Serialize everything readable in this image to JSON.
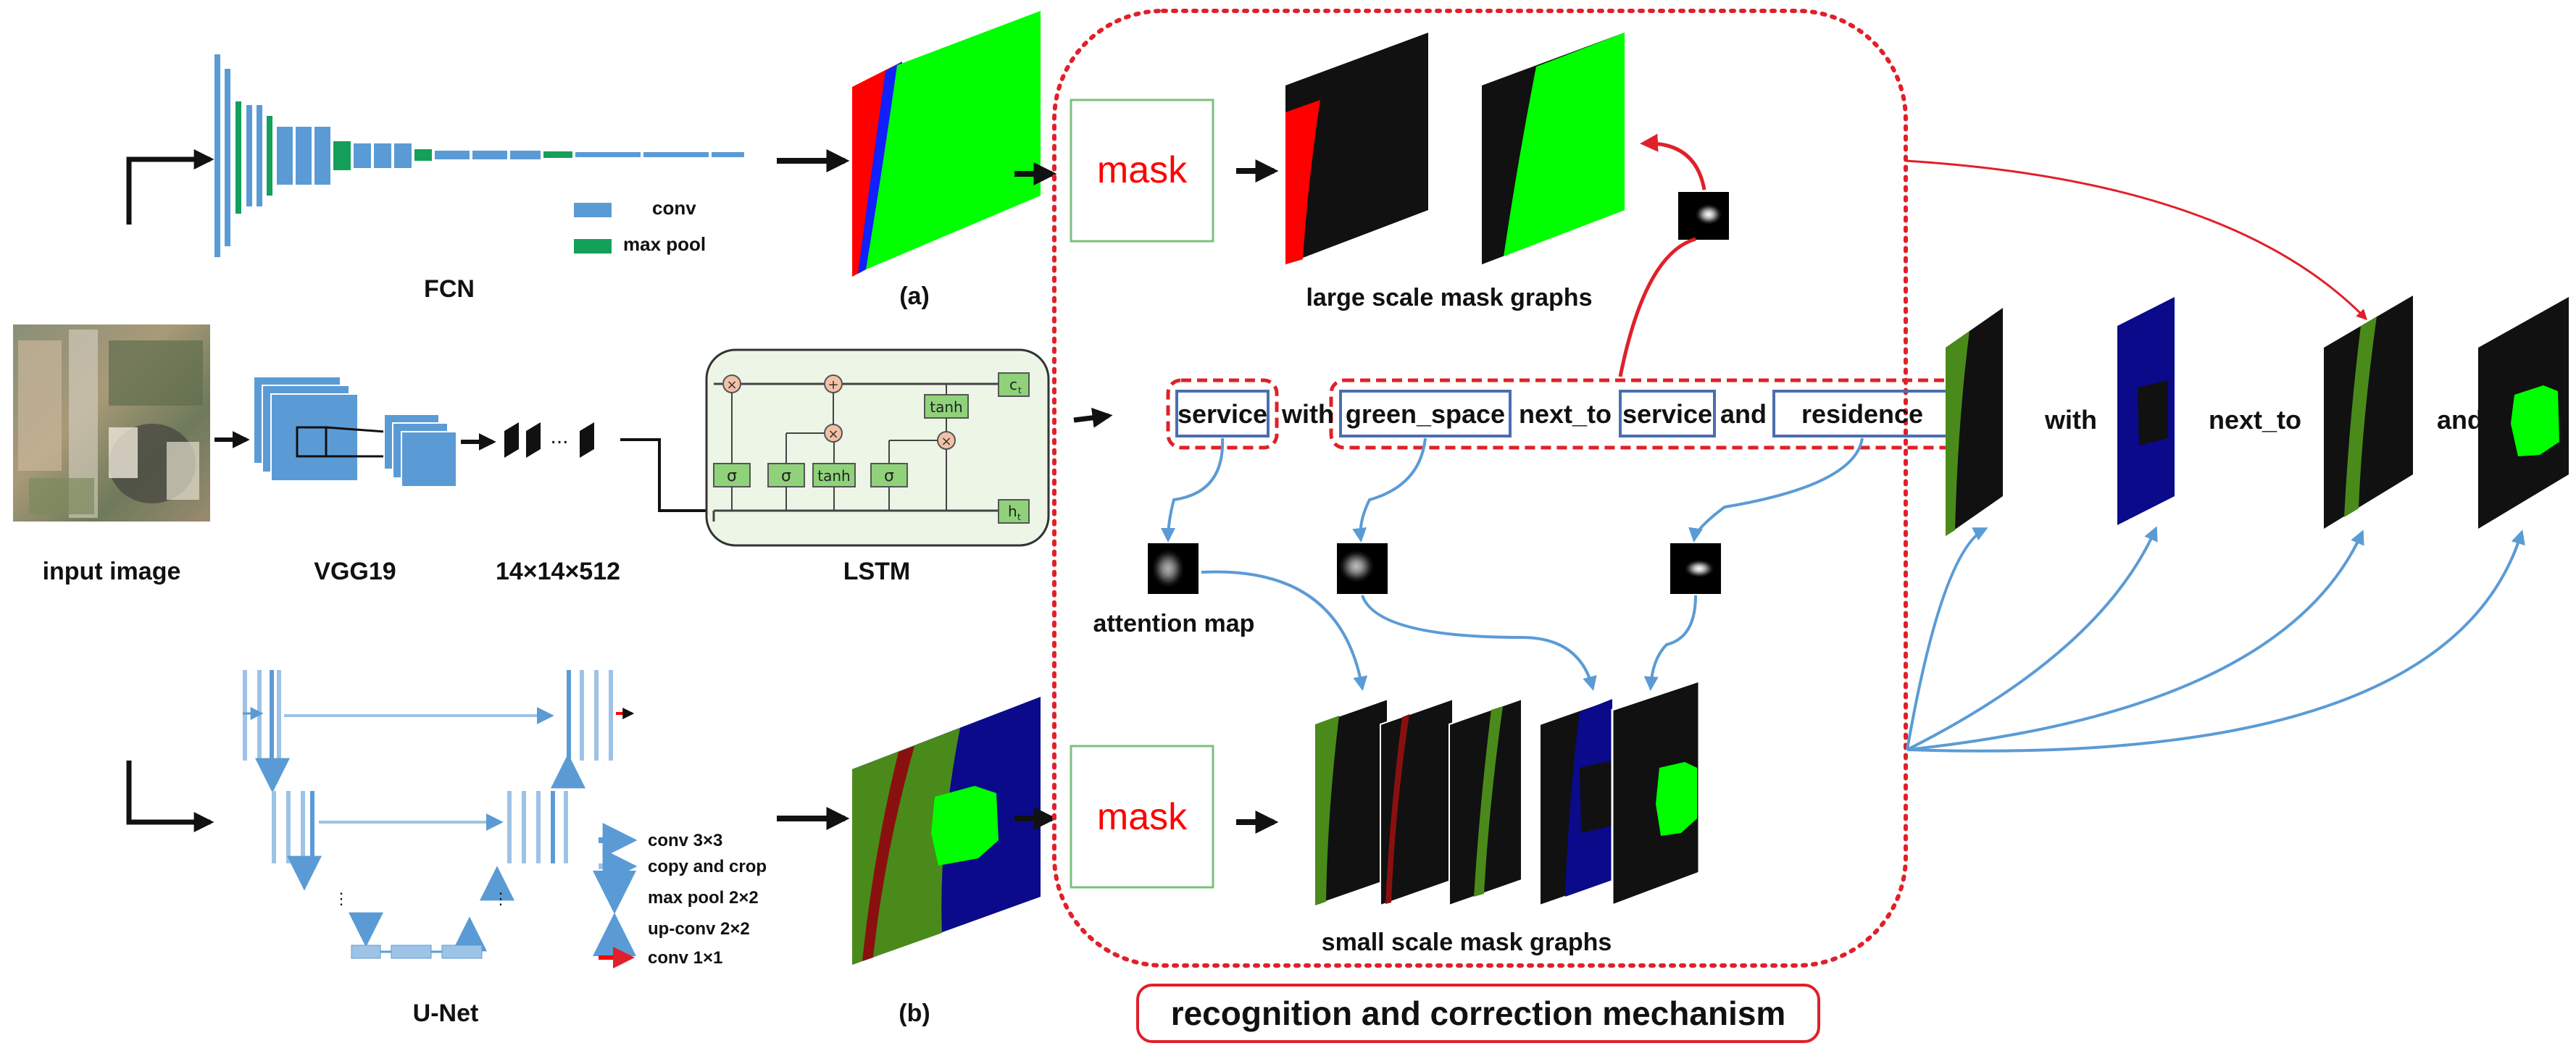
{
  "labels": {
    "fcn": "FCN",
    "a": "(a)",
    "b": "(b)",
    "input_image": "input image",
    "vgg19": "VGG19",
    "feature_dims": "14×14×512",
    "lstm": "LSTM",
    "unet": "U-Net",
    "large_scale": "large scale mask graphs",
    "small_scale": "small scale mask graphs",
    "attention_map": "attention map",
    "recognition": "recognition and correction mechanism",
    "mask_top": "mask",
    "mask_bottom": "mask"
  },
  "fcn_legend": {
    "conv": "conv",
    "max_pool": "max pool"
  },
  "lstm_cell": {
    "sigma1": "σ",
    "sigma2": "σ",
    "tanh_gate": "tanh",
    "sigma3": "σ",
    "tanh_out": "tanh",
    "c_t": "c",
    "c_sub": "t",
    "h_t": "h",
    "h_sub": "t"
  },
  "ellipsis": "...",
  "caption_words": {
    "service1": "service",
    "with": "with",
    "green_space": "green_space",
    "next_to": "next_to",
    "service2": "service",
    "and": "and",
    "residence": "residence"
  },
  "right_words": {
    "with": "with",
    "next_to": "next_to",
    "and": "and"
  },
  "unet_legend": {
    "conv3": "conv 3×3",
    "copy_crop": "copy and crop",
    "max_pool": "max pool 2×2",
    "up_conv": "up-conv 2×2",
    "conv1": "conv 1×1"
  },
  "colors": {
    "mask_green": "#00ff00",
    "mask_red": "#ff0000",
    "mask_blue": "#1020ff",
    "dark_green": "#4a8a1a",
    "dark_red": "#8a1010",
    "navy": "#0a0a8a",
    "conv_blue": "#5b9bd5",
    "pool_green": "#14a05a",
    "attention_red": "#e0202a",
    "arrow_blue": "#5b9bd5"
  }
}
